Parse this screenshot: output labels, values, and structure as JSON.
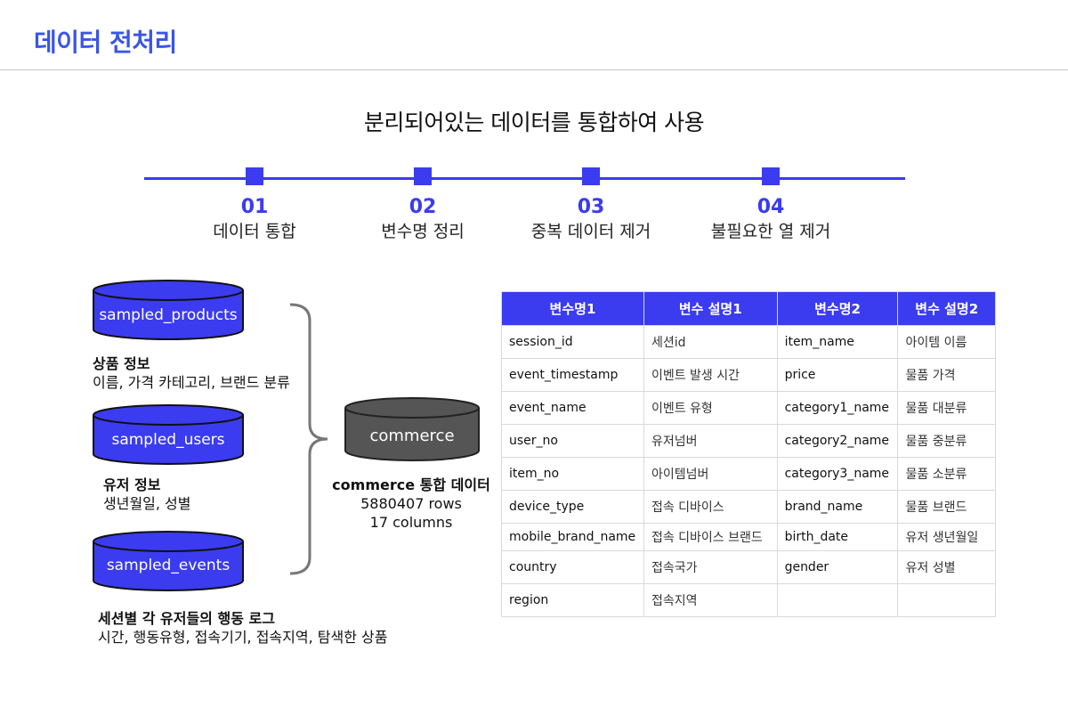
{
  "header": {
    "title": "데이터 전처리"
  },
  "subtitle": "분리되어있는 데이터를 통합하여 사용",
  "steps": [
    {
      "num": "01",
      "label": "데이터 통합"
    },
    {
      "num": "02",
      "label": "변수명 정리"
    },
    {
      "num": "03",
      "label": "중복 데이터 제거"
    },
    {
      "num": "04",
      "label": "불필요한 열 제거"
    }
  ],
  "sources": [
    {
      "name": "sampled_products",
      "title": "상품 정보",
      "detail": "이름, 가격 카테고리, 브랜드 분류"
    },
    {
      "name": "sampled_users",
      "title": "유저 정보",
      "detail": "생년월일, 성별"
    },
    {
      "name": "sampled_events",
      "title": "세션별 각 유저들의 행동 로그",
      "detail": "시간, 행동유형, 접속기기, 접속지역, 탐색한 상품"
    }
  ],
  "commerce": {
    "name": "commerce",
    "title": "commerce 통합 데이터",
    "rows": "5880407 rows",
    "columns": "17 columns"
  },
  "colors": {
    "accent": "#3b3bf0",
    "title": "#3a55e6",
    "dark_cylinder": "#555555"
  },
  "table": {
    "headers": [
      "변수명1",
      "변수 설명1",
      "변수명2",
      "변수 설명2"
    ],
    "rows": [
      [
        "session_id",
        "세션id",
        "item_name",
        "아이템 이름"
      ],
      [
        "event_timestamp",
        "이벤트 발생 시간",
        "price",
        "물품 가격"
      ],
      [
        "event_name",
        "이벤트 유형",
        "category1_name",
        "물품 대분류"
      ],
      [
        "user_no",
        "유저넘버",
        "category2_name",
        "물품 중분류"
      ],
      [
        "item_no",
        "아이템넘버",
        "category3_name",
        "물품 소분류"
      ],
      [
        "device_type",
        "접속 디바이스",
        "brand_name",
        "물품 브랜드"
      ],
      [
        "mobile_brand_name",
        "접속 디바이스 브랜드",
        "birth_date",
        "유저 생년월일"
      ],
      [
        "country",
        "접속국가",
        "gender",
        "유저 성별"
      ],
      [
        "region",
        "접속지역",
        "",
        ""
      ]
    ]
  }
}
